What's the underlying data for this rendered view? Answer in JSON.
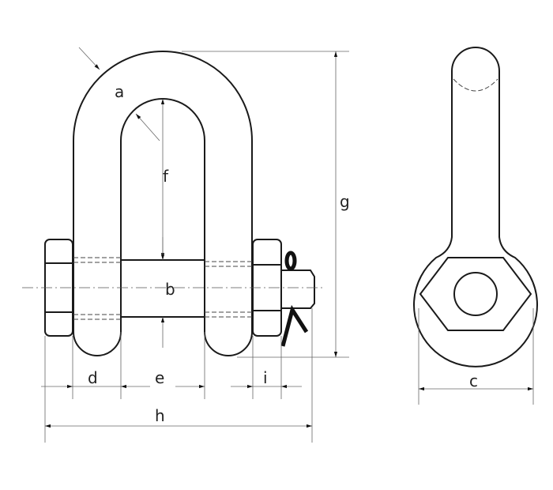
{
  "title": "Dee shackle with safety bolt - dimension drawing",
  "labels": {
    "a": "a",
    "b": "b",
    "c": "c",
    "d": "d",
    "e": "e",
    "f": "f",
    "g": "g",
    "h": "h",
    "i": "i"
  },
  "colors": {
    "line": "#1a1a1a",
    "dimension": "#666666"
  }
}
